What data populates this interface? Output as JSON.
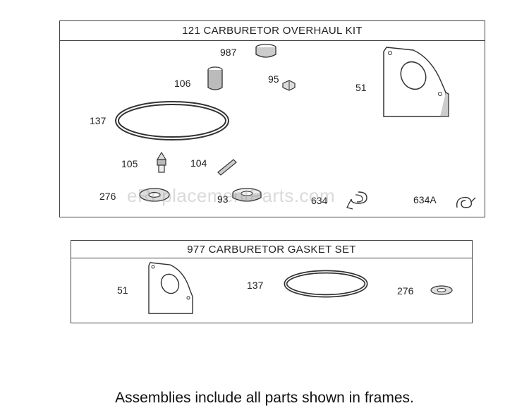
{
  "kit_frame": {
    "title": "121 CARBURETOR OVERHAUL KIT",
    "labels": {
      "p987": "987",
      "p106": "106",
      "p95": "95",
      "p51": "51",
      "p137": "137",
      "p105": "105",
      "p104": "104",
      "p276": "276",
      "p93": "93",
      "p634": "634",
      "p634a": "634A"
    }
  },
  "gasket_frame": {
    "title": "977 CARBURETOR GASKET SET",
    "labels": {
      "p51": "51",
      "p137": "137",
      "p276": "276"
    }
  },
  "watermark": "eReplacementParts.com",
  "footer": "Assemblies include all parts shown in frames."
}
